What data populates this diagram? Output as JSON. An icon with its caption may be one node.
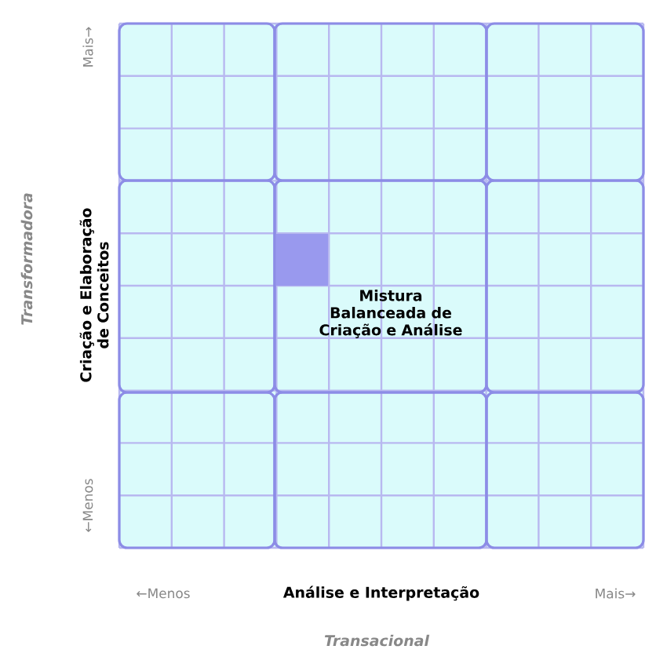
{
  "diagram": {
    "nodes": [
      {
        "text": [],
        "shape": "box"
      },
      {
        "text": [],
        "shape": "box"
      },
      {
        "text": [],
        "shape": "box"
      },
      {
        "text": [],
        "shape": "box"
      },
      {
        "text": [
          "Mistura Balanceada de Criação e Análise"
        ]
      },
      {
        "text": [],
        "shape": "box"
      },
      {
        "text": [],
        "shape": "box"
      },
      {
        "text": [],
        "shape": "box"
      },
      {
        "text": [],
        "shape": "box"
      },
      {
        "text": [],
        "shape": "box",
        "in": 4
      }
    ],
    "labels": [
      "Mais→",
      "Transformadora",
      "Criação e Elaboração de Conceitos",
      "←Menos",
      "←Menos",
      "Análise e Interpretação",
      "Mais→",
      "Transacional"
    ]
  }
}
